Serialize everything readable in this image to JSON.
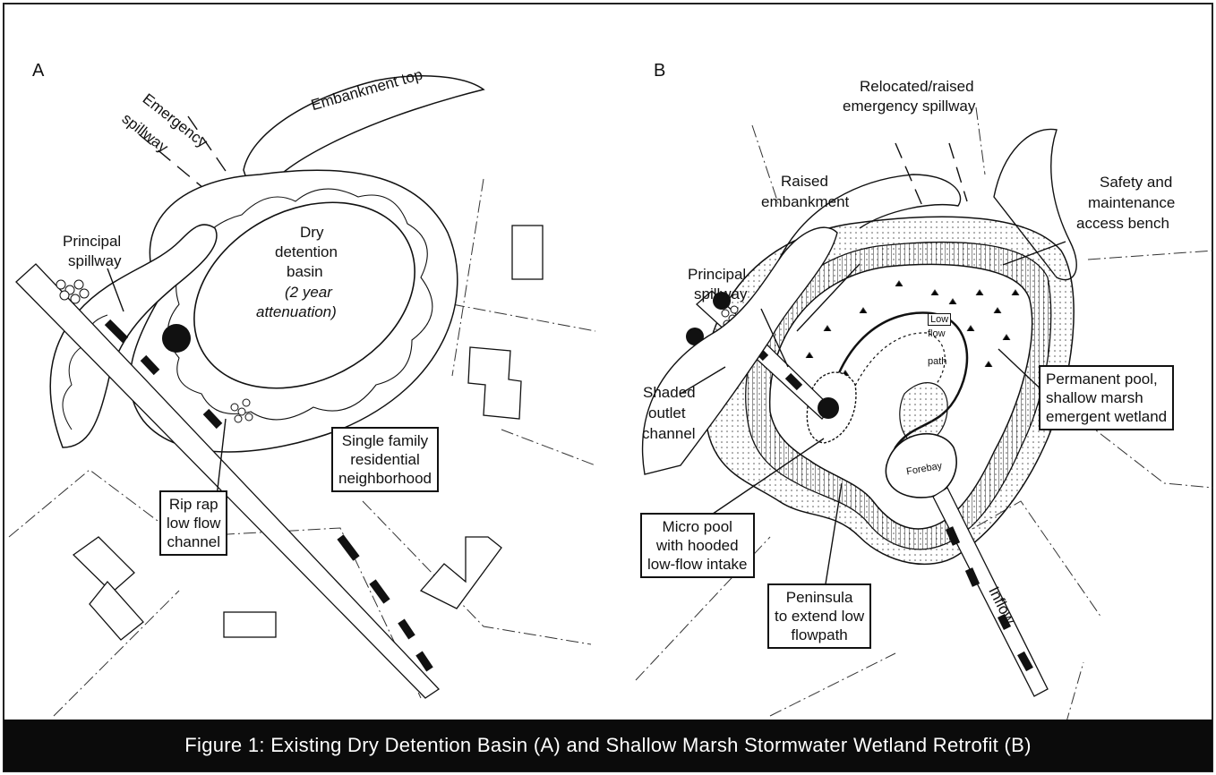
{
  "panels": {
    "a": {
      "letter": "A",
      "labels": {
        "emergency_spillway": [
          "Emergency",
          "spillway"
        ],
        "embankment_top": "Embankment top",
        "principal_spillway": [
          "Principal",
          "spillway"
        ],
        "basin": [
          "Dry",
          "detention",
          "basin"
        ],
        "attenuation": [
          "(2 year",
          "attenuation)"
        ],
        "riprap": [
          "Rip rap",
          "low flow",
          "channel"
        ],
        "residential": [
          "Single family",
          "residential",
          "neighborhood"
        ]
      }
    },
    "b": {
      "letter": "B",
      "labels": {
        "relocated_spillway": [
          "Relocated/raised",
          "emergency spillway"
        ],
        "raised_embankment": [
          "Raised",
          "embankment"
        ],
        "safety_bench": [
          "Safety and",
          "maintenance",
          "access bench"
        ],
        "principal_spillway": [
          "Principal",
          "spillway"
        ],
        "shaded_outlet": [
          "Shaded",
          "outlet",
          "channel"
        ],
        "low_flow_path": [
          "Low",
          "flow",
          "path"
        ],
        "permanent_pool": [
          "Permanent pool,",
          "shallow marsh",
          "emergent wetland"
        ],
        "forebay": "Forebay",
        "micro_pool": [
          "Micro pool",
          "with hooded",
          "low-flow intake"
        ],
        "peninsula": [
          "Peninsula",
          "to extend low",
          "flowpath"
        ],
        "inflow": "Inflow"
      }
    }
  },
  "caption": "Figure 1: Existing Dry Detention Basin (A) and Shallow Marsh Stormwater Wetland Retrofit (B)"
}
